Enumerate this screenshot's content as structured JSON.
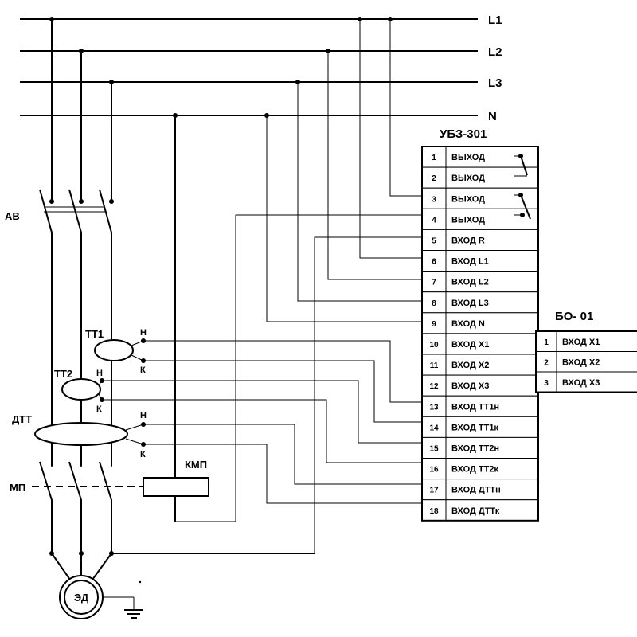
{
  "buses": [
    "L1",
    "L2",
    "L3",
    "N"
  ],
  "labels": {
    "breaker": "АВ",
    "contactor": "МП",
    "ct1": "ТТ1",
    "ct2": "ТТ2",
    "dtt": "ДТТ",
    "coil": "КМП",
    "motor": "ЭД",
    "ct_start": "Н",
    "ct_end": "К"
  },
  "ubz": {
    "title": "УБЗ-301",
    "terminals": [
      {
        "num": "1",
        "name": "ВЫХОД"
      },
      {
        "num": "2",
        "name": "ВЫХОД"
      },
      {
        "num": "3",
        "name": "ВЫХОД"
      },
      {
        "num": "4",
        "name": "ВЫХОД"
      },
      {
        "num": "5",
        "name": "ВХОД R"
      },
      {
        "num": "6",
        "name": "ВХОД L1"
      },
      {
        "num": "7",
        "name": "ВХОД L2"
      },
      {
        "num": "8",
        "name": "ВХОД L3"
      },
      {
        "num": "9",
        "name": "ВХОД N"
      },
      {
        "num": "10",
        "name": "ВХОД X1"
      },
      {
        "num": "11",
        "name": "ВХОД X2"
      },
      {
        "num": "12",
        "name": "ВХОД X3"
      },
      {
        "num": "13",
        "name": "ВХОД ТТ1н"
      },
      {
        "num": "14",
        "name": "ВХОД ТТ1к"
      },
      {
        "num": "15",
        "name": "ВХОД ТТ2н"
      },
      {
        "num": "16",
        "name": "ВХОД ТТ2к"
      },
      {
        "num": "17",
        "name": "ВХОД ДТТн"
      },
      {
        "num": "18",
        "name": "ВХОД ДТТк"
      }
    ]
  },
  "bo": {
    "title": "БО- 01",
    "terminals": [
      {
        "num": "1",
        "name": "ВХОД X1"
      },
      {
        "num": "2",
        "name": "ВХОД X2"
      },
      {
        "num": "3",
        "name": "ВХОД X3"
      }
    ]
  }
}
